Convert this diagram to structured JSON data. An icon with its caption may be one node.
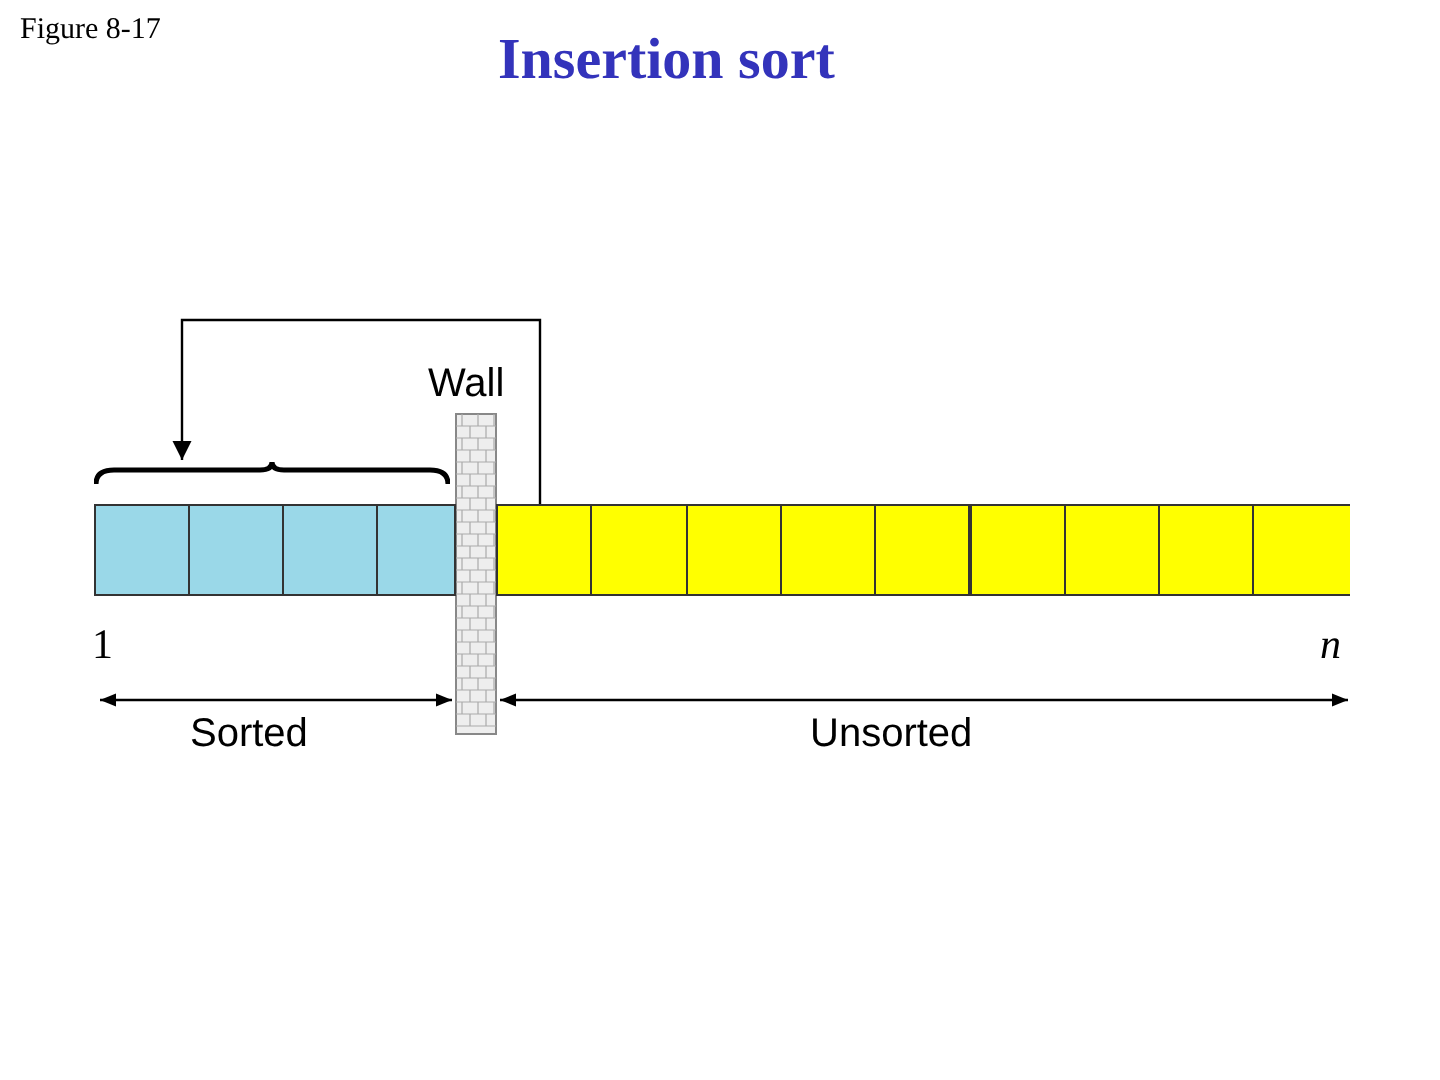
{
  "diagram": {
    "title": "Insertion sort",
    "nodes": [
      {
        "text": [],
        "shape": "bracket"
      },
      {
        "text": [],
        "shape": "box"
      }
    ],
    "edges": [
      {
        "from": 1,
        "to": 0,
        "arrow": "to"
      }
    ],
    "labels": [
      "Figure 8-17",
      "Wall",
      "1",
      "n",
      "Sorted",
      "Unsorted"
    ]
  }
}
